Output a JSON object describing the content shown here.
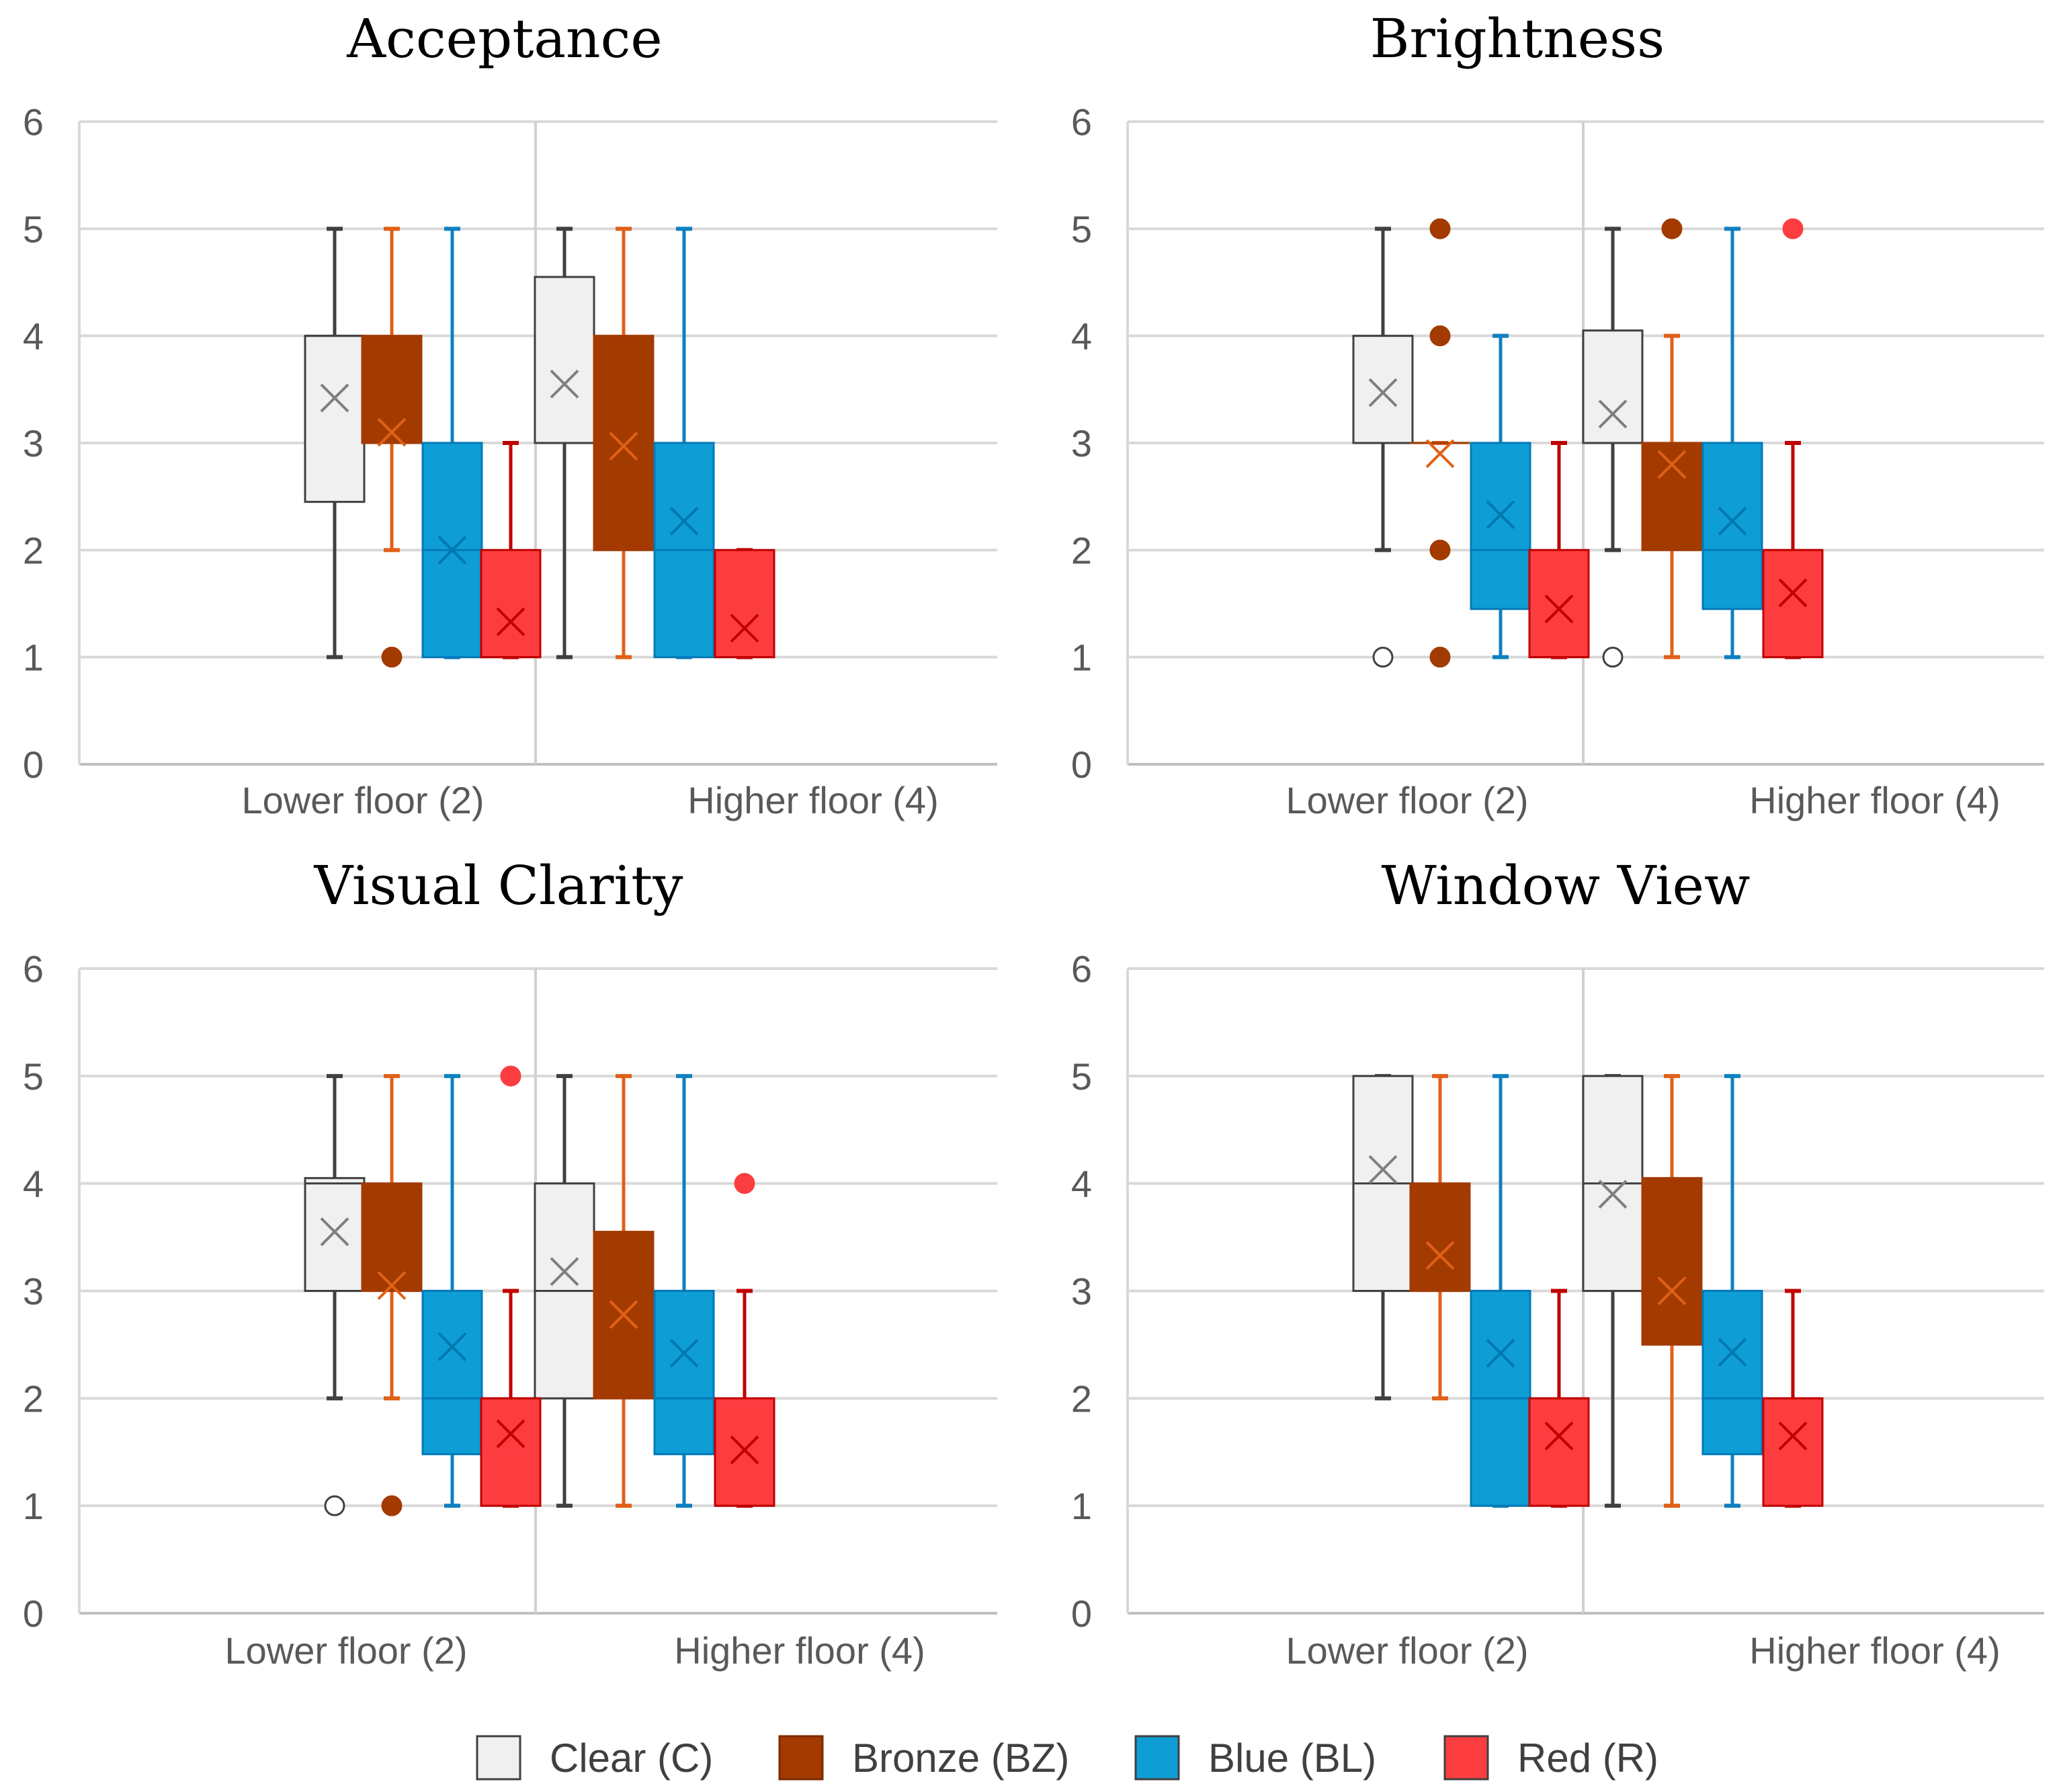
{
  "chart_data": [
    {
      "type": "box",
      "title": "Acceptance",
      "categories": [
        "Lower floor (2)",
        "Higher floor (4)"
      ],
      "ylim": [
        0,
        6
      ],
      "yticks": [
        0,
        1,
        2,
        3,
        4,
        5,
        6
      ],
      "grid": true,
      "series": [
        {
          "name": "Clear (C)",
          "boxes": [
            {
              "min": 1,
              "q1": 2.45,
              "median": 4,
              "q3": 4,
              "max": 5,
              "mean": 3.42,
              "outliers": []
            },
            {
              "min": 1,
              "q1": 3,
              "median": 3,
              "q3": 4.55,
              "max": 5,
              "mean": 3.55,
              "outliers": []
            }
          ]
        },
        {
          "name": "Bronze (BZ)",
          "boxes": [
            {
              "min": 2,
              "q1": 3,
              "median": 3,
              "q3": 4,
              "max": 5,
              "mean": 3.1,
              "outliers": [
                1
              ]
            },
            {
              "min": 1,
              "q1": 2,
              "median": 3,
              "q3": 4,
              "max": 5,
              "mean": 2.97,
              "outliers": []
            }
          ]
        },
        {
          "name": "Blue (BL)",
          "boxes": [
            {
              "min": 1,
              "q1": 1,
              "median": 2,
              "q3": 3,
              "max": 5,
              "mean": 2,
              "outliers": []
            },
            {
              "min": 1,
              "q1": 1,
              "median": 2,
              "q3": 3,
              "max": 5,
              "mean": 2.27,
              "outliers": []
            }
          ]
        },
        {
          "name": "Red (R)",
          "boxes": [
            {
              "min": 1,
              "q1": 1,
              "median": 1,
              "q3": 2,
              "max": 3,
              "mean": 1.33,
              "outliers": []
            },
            {
              "min": 1,
              "q1": 1,
              "median": 1,
              "q3": 2,
              "max": 2,
              "mean": 1.27,
              "outliers": []
            }
          ]
        }
      ]
    },
    {
      "type": "box",
      "title": "Brightness",
      "categories": [
        "Lower floor (2)",
        "Higher floor (4)"
      ],
      "ylim": [
        0,
        6
      ],
      "yticks": [
        0,
        1,
        2,
        3,
        4,
        5,
        6
      ],
      "grid": true,
      "series": [
        {
          "name": "Clear (C)",
          "boxes": [
            {
              "min": 2,
              "q1": 3,
              "median": 3,
              "q3": 4,
              "max": 5,
              "mean": 3.47,
              "outliers": [
                1
              ]
            },
            {
              "min": 2,
              "q1": 3,
              "median": 3,
              "q3": 4.05,
              "max": 5,
              "mean": 3.27,
              "outliers": [
                1
              ]
            }
          ]
        },
        {
          "name": "Bronze (BZ)",
          "boxes": [
            {
              "min": 3,
              "q1": 3,
              "median": 3,
              "q3": 3,
              "max": 3,
              "mean": 2.9,
              "outliers": [
                5,
                4,
                2,
                1
              ]
            },
            {
              "min": 1,
              "q1": 2,
              "median": 3,
              "q3": 3,
              "max": 4,
              "mean": 2.8,
              "outliers": [
                5
              ]
            }
          ]
        },
        {
          "name": "Blue (BL)",
          "boxes": [
            {
              "min": 1,
              "q1": 1.45,
              "median": 2,
              "q3": 3,
              "max": 4,
              "mean": 2.33,
              "outliers": []
            },
            {
              "min": 1,
              "q1": 1.45,
              "median": 2,
              "q3": 3,
              "max": 5,
              "mean": 2.27,
              "outliers": []
            }
          ]
        },
        {
          "name": "Red (R)",
          "boxes": [
            {
              "min": 1,
              "q1": 1,
              "median": 1,
              "q3": 2,
              "max": 3,
              "mean": 1.45,
              "outliers": []
            },
            {
              "min": 1,
              "q1": 1,
              "median": 2,
              "q3": 2,
              "max": 3,
              "mean": 1.6,
              "outliers": [
                5
              ]
            }
          ]
        }
      ]
    },
    {
      "type": "box",
      "title": "Visual Clarity",
      "categories": [
        "Lower floor (2)",
        "Higher floor (4)"
      ],
      "ylim": [
        0,
        6
      ],
      "yticks": [
        0,
        1,
        2,
        3,
        4,
        5,
        6
      ],
      "grid": true,
      "series": [
        {
          "name": "Clear (C)",
          "boxes": [
            {
              "min": 2,
              "q1": 3,
              "median": 4,
              "q3": 4.05,
              "max": 5,
              "mean": 3.55,
              "outliers": [
                1
              ]
            },
            {
              "min": 1,
              "q1": 2,
              "median": 3,
              "q3": 4,
              "max": 5,
              "mean": 3.18,
              "outliers": []
            }
          ]
        },
        {
          "name": "Bronze (BZ)",
          "boxes": [
            {
              "min": 2,
              "q1": 3,
              "median": 3,
              "q3": 4,
              "max": 5,
              "mean": 3.05,
              "outliers": [
                1
              ]
            },
            {
              "min": 1,
              "q1": 2,
              "median": 3,
              "q3": 3.55,
              "max": 5,
              "mean": 2.78,
              "outliers": []
            }
          ]
        },
        {
          "name": "Blue (BL)",
          "boxes": [
            {
              "min": 1,
              "q1": 1.48,
              "median": 2,
              "q3": 3,
              "max": 5,
              "mean": 2.48,
              "outliers": []
            },
            {
              "min": 1,
              "q1": 1.48,
              "median": 2,
              "q3": 3,
              "max": 5,
              "mean": 2.42,
              "outliers": []
            }
          ]
        },
        {
          "name": "Red (R)",
          "boxes": [
            {
              "min": 1,
              "q1": 1,
              "median": 2,
              "q3": 2,
              "max": 3,
              "mean": 1.67,
              "outliers": [
                5
              ]
            },
            {
              "min": 1,
              "q1": 1,
              "median": 1,
              "q3": 2,
              "max": 3,
              "mean": 1.52,
              "outliers": [
                4
              ]
            }
          ]
        }
      ]
    },
    {
      "type": "box",
      "title": "Window View",
      "categories": [
        "Lower floor (2)",
        "Higher floor (4)"
      ],
      "ylim": [
        0,
        6
      ],
      "yticks": [
        0,
        1,
        2,
        3,
        4,
        5,
        6
      ],
      "grid": true,
      "series": [
        {
          "name": "Clear (C)",
          "boxes": [
            {
              "min": 2,
              "q1": 3,
              "median": 4,
              "q3": 5,
              "max": 5,
              "mean": 4.13,
              "outliers": []
            },
            {
              "min": 1,
              "q1": 3,
              "median": 4,
              "q3": 5,
              "max": 5,
              "mean": 3.9,
              "outliers": []
            }
          ]
        },
        {
          "name": "Bronze (BZ)",
          "boxes": [
            {
              "min": 2,
              "q1": 3,
              "median": 3,
              "q3": 4,
              "max": 5,
              "mean": 3.33,
              "outliers": []
            },
            {
              "min": 1,
              "q1": 2.5,
              "median": 3,
              "q3": 4.05,
              "max": 5,
              "mean": 3,
              "outliers": []
            }
          ]
        },
        {
          "name": "Blue (BL)",
          "boxes": [
            {
              "min": 1,
              "q1": 1,
              "median": 2,
              "q3": 3,
              "max": 5,
              "mean": 2.42,
              "outliers": []
            },
            {
              "min": 1,
              "q1": 1.48,
              "median": 2,
              "q3": 3,
              "max": 5,
              "mean": 2.43,
              "outliers": []
            }
          ]
        },
        {
          "name": "Red (R)",
          "boxes": [
            {
              "min": 1,
              "q1": 1,
              "median": 2,
              "q3": 2,
              "max": 3,
              "mean": 1.65,
              "outliers": []
            },
            {
              "min": 1,
              "q1": 1,
              "median": 2,
              "q3": 2,
              "max": 3,
              "mean": 1.65,
              "outliers": []
            }
          ]
        }
      ]
    }
  ],
  "legend": {
    "position": "bottom",
    "items": [
      {
        "label": "Clear (C)",
        "color": "#f0f0f0"
      },
      {
        "label": "Bronze (BZ)",
        "color": "#a33a00"
      },
      {
        "label": "Blue (BL)",
        "color": "#0f9dd6"
      },
      {
        "label": "Red (R)",
        "color": "#fc3d40"
      }
    ]
  },
  "series_style": [
    {
      "fill": "#f0f0f0",
      "stroke": "#404040",
      "whisker": "#404040",
      "mean_marker": "#7f7f7f",
      "outlier_fill": "#ffffff",
      "outlier_stroke": "#404040"
    },
    {
      "fill": "#a33a00",
      "stroke": "#a33a00",
      "whisker": "#e06018",
      "mean_marker": "#e06018",
      "outlier_fill": "#a33a00",
      "outlier_stroke": "#a33a00"
    },
    {
      "fill": "#0f9dd6",
      "stroke": "#007ab8",
      "whisker": "#0f80c0",
      "mean_marker": "#0078b0",
      "outlier_fill": "#0f9dd6",
      "outlier_stroke": "#007ab8"
    },
    {
      "fill": "#fc3d40",
      "stroke": "#c00000",
      "whisker": "#c00000",
      "mean_marker": "#c00000",
      "outlier_fill": "#fc3d40",
      "outlier_stroke": "#fc3d40"
    }
  ]
}
